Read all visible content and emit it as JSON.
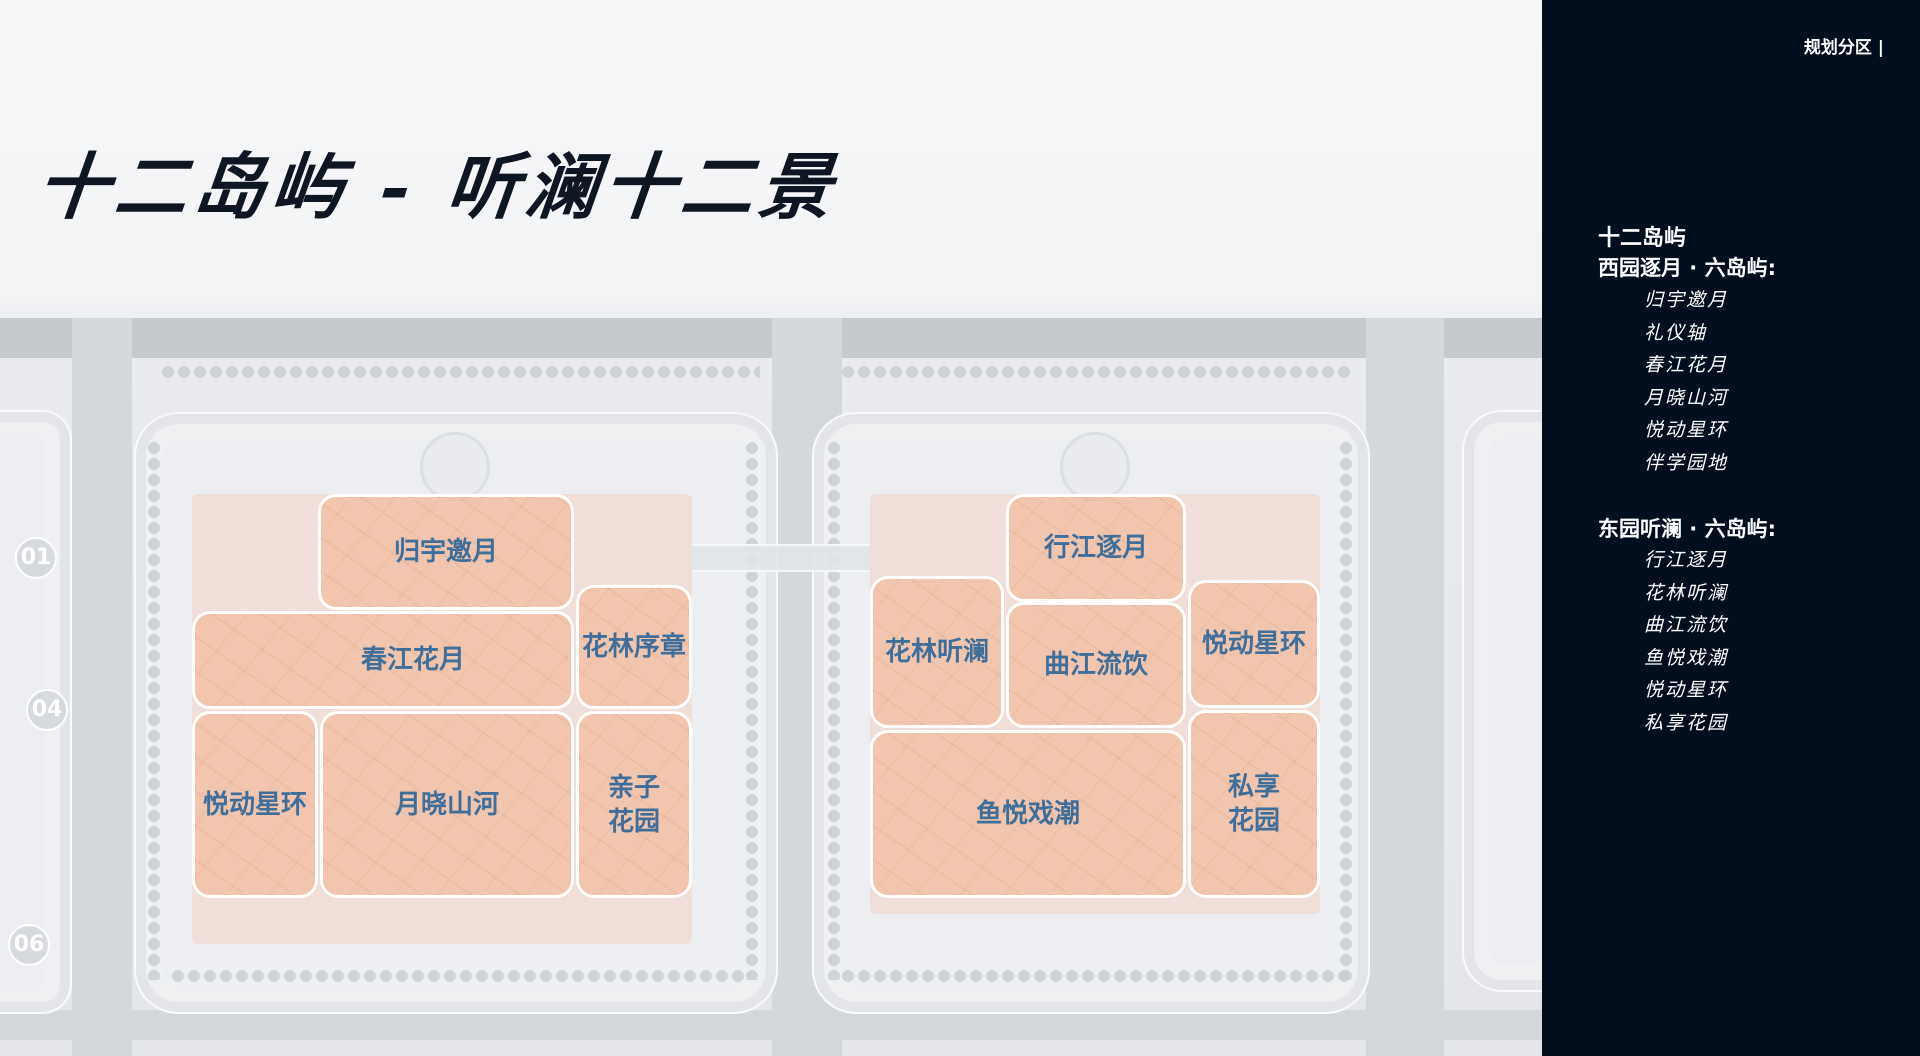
{
  "title": "十二岛屿 - 听澜十二景",
  "panel": {
    "badge": "规划分区 |",
    "heading": "十二岛屿",
    "west": {
      "title": "西园逐月 · 六岛屿:",
      "items": [
        "归宇邀月",
        "礼仪轴",
        "春江花月",
        "月晓山河",
        "悦动星环",
        "伴学园地"
      ]
    },
    "east": {
      "title": "东园听澜 · 六岛屿:",
      "items": [
        "行江逐月",
        "花林听澜",
        "曲江流饮",
        "鱼悦戏潮",
        "悦动星环",
        "私享花园"
      ]
    }
  },
  "map": {
    "markers": [
      "01",
      "04",
      "06"
    ],
    "zones": {
      "guiyu": "归宇邀月",
      "chunjiang": "春江花月",
      "hualin_xuzhang": "花林序章",
      "yuedong_w": "悦动星环",
      "yuexiao": "月晓山河",
      "qinzi": "亲子\n花园",
      "xingjiang": "行江逐月",
      "hualin_tinglan": "花林听澜",
      "qujiang": "曲江流饮",
      "yuedong_e": "悦动星环",
      "yuyue": "鱼悦戏潮",
      "sixiang": "私享\n花园"
    },
    "colors": {
      "zone_fill": "#f4b18c",
      "zone_label": "#3f6e9b",
      "panel_bg": "#020e1d"
    }
  }
}
